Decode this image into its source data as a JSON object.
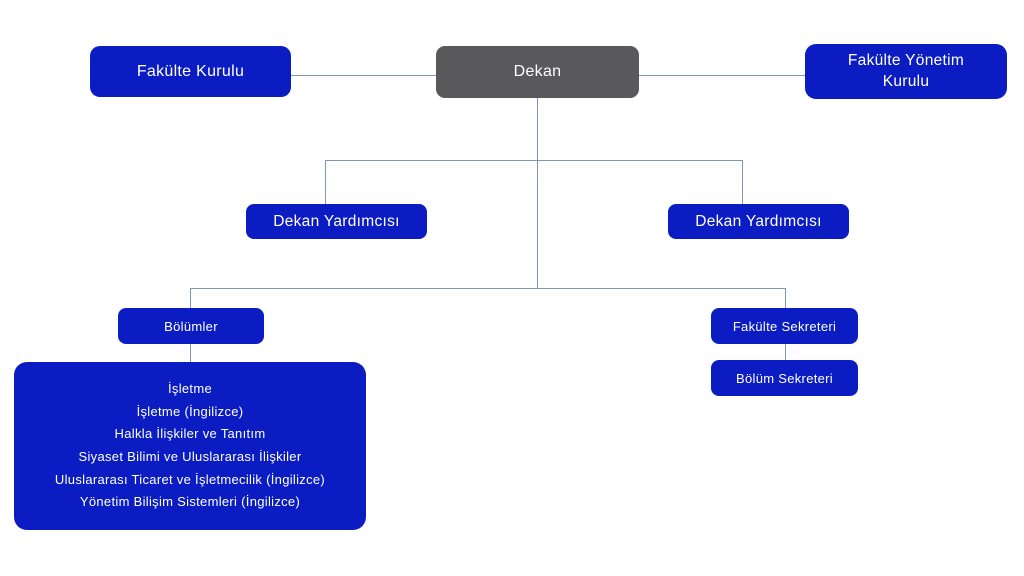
{
  "colors": {
    "node_blue": "#0b1dc2",
    "node_gray": "#59595b",
    "connector": "#7d95bd",
    "text": "#ffffff",
    "background": "#ffffff"
  },
  "chart_type": "org-chart",
  "nodes": {
    "dekan": {
      "label": "Dekan"
    },
    "fakulte_kurulu": {
      "label": "Fakülte Kurulu"
    },
    "fakulte_yonetim_kurulu": {
      "label": "Fakülte Yönetim Kurulu"
    },
    "dekan_yardimcisi_left": {
      "label": "Dekan Yardımcısı"
    },
    "dekan_yardimcisi_right": {
      "label": "Dekan Yardımcısı"
    },
    "bolumler": {
      "label": "Bölümler"
    },
    "fakulte_sekreteri": {
      "label": "Fakülte Sekreteri"
    },
    "bolum_sekreteri": {
      "label": "Bölüm Sekreteri"
    }
  },
  "departments": {
    "items": [
      "İşletme",
      "İşletme (İngilizce)",
      "Halkla İlişkiler ve Tanıtım",
      "Siyaset Bilimi ve Uluslararası İlişkiler",
      "Uluslararası Ticaret ve İşletmecilik (İngilizce)",
      "Yönetim Bilişim Sistemleri (İngilizce)"
    ]
  }
}
